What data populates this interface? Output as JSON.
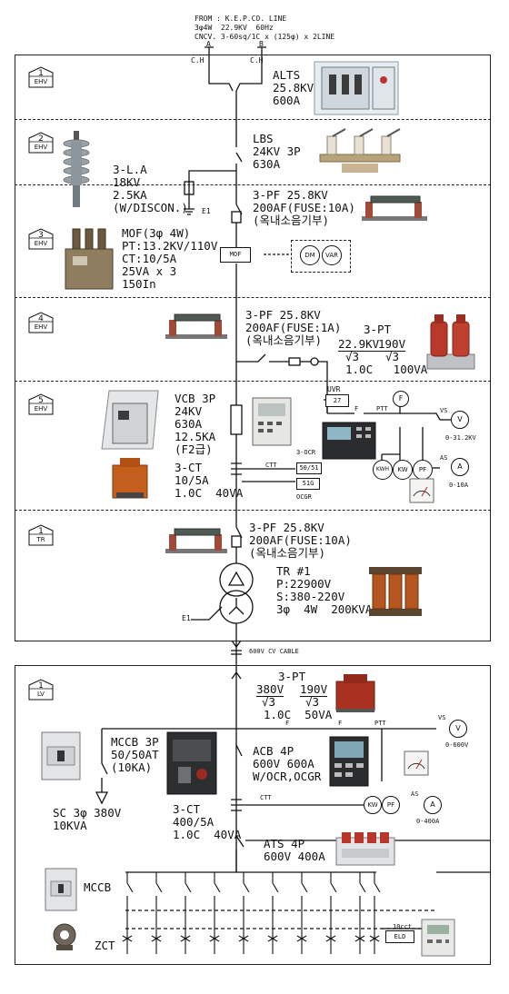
{
  "header": {
    "line1": "FROM : K.E.P.CO. LINE",
    "line2": "3φ4W  22.9KV  60Hz",
    "line3": "CNCV. 3-60sq/1C x (125φ) x 2LINE",
    "a": "A",
    "b": "B",
    "ch_left": "C.H",
    "ch_right": "C.H"
  },
  "badges": [
    {
      "num": "1",
      "type": "EHV"
    },
    {
      "num": "2",
      "type": "EHV"
    },
    {
      "num": "3",
      "type": "EHV"
    },
    {
      "num": "4",
      "type": "EHV"
    },
    {
      "num": "5",
      "type": "EHV"
    },
    {
      "num": "1",
      "type": "TR"
    },
    {
      "num": "1",
      "type": "LV"
    }
  ],
  "s1": {
    "alts": "ALTS\n25.8KV\n600A"
  },
  "s2": {
    "lbs": "LBS\n24KV 3P\n630A",
    "la": "3-L.A\n18KV\n2.5KA\n(W/DISCON.)",
    "e1": "E1"
  },
  "s3": {
    "pf": "3-PF 25.8KV\n200AF(FUSE:10A)\n(옥내소음기부)",
    "mof": "MOF(3φ 4W)\nPT:13.2KV/110V\nCT:10/5A\n25VA x 3\n150In",
    "mof_box": "MOF",
    "dm": "DM",
    "var": "VAR"
  },
  "s4": {
    "pf": "3-PF 25.8KV\n200AF(FUSE:1A)\n(옥내소음기부)",
    "pt_title": "3-PT",
    "pt_num1": "22.9KV",
    "pt_num2": "190V",
    "pt_den": "√3",
    "pt_rating": "1.0C   100VA"
  },
  "s5": {
    "vcb": "VCB 3P\n24KV\n630A\n12.5KA\n(F2급)",
    "ct": "3-CT\n10/5A\n1.0C  40VA",
    "uvr": "UVR",
    "r27": "27",
    "f": "F",
    "ptt": "PTT",
    "ctt": "CTT",
    "ocr_title": "3-OCR",
    "r5051": "50/51",
    "r51g": "51G",
    "ocgr": "OCGR",
    "vs": "VS",
    "v": "V",
    "vrange": "0-31.2KV",
    "freq": "F",
    "kwh": "KWH",
    "kw": "KW",
    "pfm": "PF",
    "as": "AS",
    "a": "A",
    "arange": "0-10A"
  },
  "s6": {
    "pf": "3-PF 25.8KV\n200AF(FUSE:10A)\n(옥내소음기부)",
    "tr": "TR #1\nP:22900V\nS:380-220V\n3φ  4W  200KVA",
    "e1": "E1"
  },
  "cable": "600V CV CABLE",
  "lv": {
    "pt_title": "3-PT",
    "pt_num1": "380V",
    "pt_num2": "190V",
    "pt_den": "√3",
    "pt_rating": "1.0C  50VA",
    "mccb": "MCCB 3P\n50/50AT\n(10KA)",
    "sc": "SC 3φ 380V\n10KVA",
    "acb": "ACB 4P\n600V 600A\nW/OCR,OCGR",
    "ct": "3-CT\n400/5A\n1.0C  40VA",
    "f1": "F",
    "f2": "F",
    "ptt": "PTT",
    "ctt": "CTT",
    "vs": "VS",
    "v": "V",
    "vrange": "0-600V",
    "kw": "KW",
    "pfm": "PF",
    "as": "AS",
    "a": "A",
    "arange": "0-400A",
    "ats": "ATS 4P\n600V 400A",
    "mccb2": "MCCB",
    "zct": "ZCT",
    "cct": "10cct",
    "eld": "ELD"
  }
}
